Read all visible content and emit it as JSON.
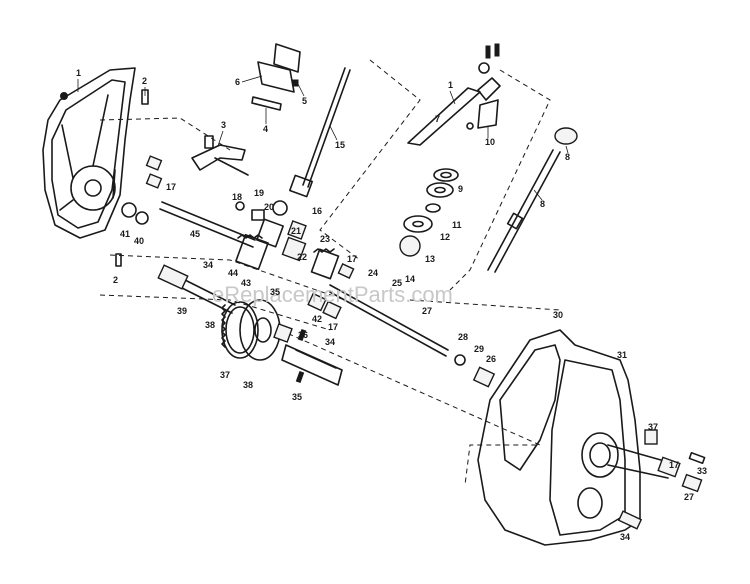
{
  "watermark": "eReplacementParts.com",
  "callouts": {
    "c1a": "1",
    "c2a": "2",
    "c3": "3",
    "c4": "4",
    "c5": "5",
    "c6": "6",
    "c15": "15",
    "c1b": "1",
    "c10": "10",
    "c8a": "8",
    "c8b": "8",
    "c7": "7",
    "c9": "9",
    "c11": "11",
    "c12": "12",
    "c13": "13",
    "c14": "14",
    "c17a": "17",
    "c18": "18",
    "c19": "19",
    "c20": "20",
    "c16": "16",
    "c21": "21",
    "c22": "22",
    "c23": "23",
    "c24": "24",
    "c17b": "17",
    "c41": "41",
    "c40": "40",
    "c45": "45",
    "c44": "44",
    "c43": "43",
    "c2b": "2",
    "c34a": "34",
    "c39": "39",
    "c38a": "38",
    "c35a": "35",
    "c42": "42",
    "c17c": "17",
    "c25": "25",
    "c27a": "27",
    "c37a": "37",
    "c38b": "38",
    "c36": "36",
    "c34b": "34",
    "c35b": "35",
    "c28": "28",
    "c29": "29",
    "c26": "26",
    "c30": "30",
    "c31": "31",
    "c37b": "37",
    "c17d": "17",
    "c33": "33",
    "c27b": "27",
    "c34c": "34"
  }
}
